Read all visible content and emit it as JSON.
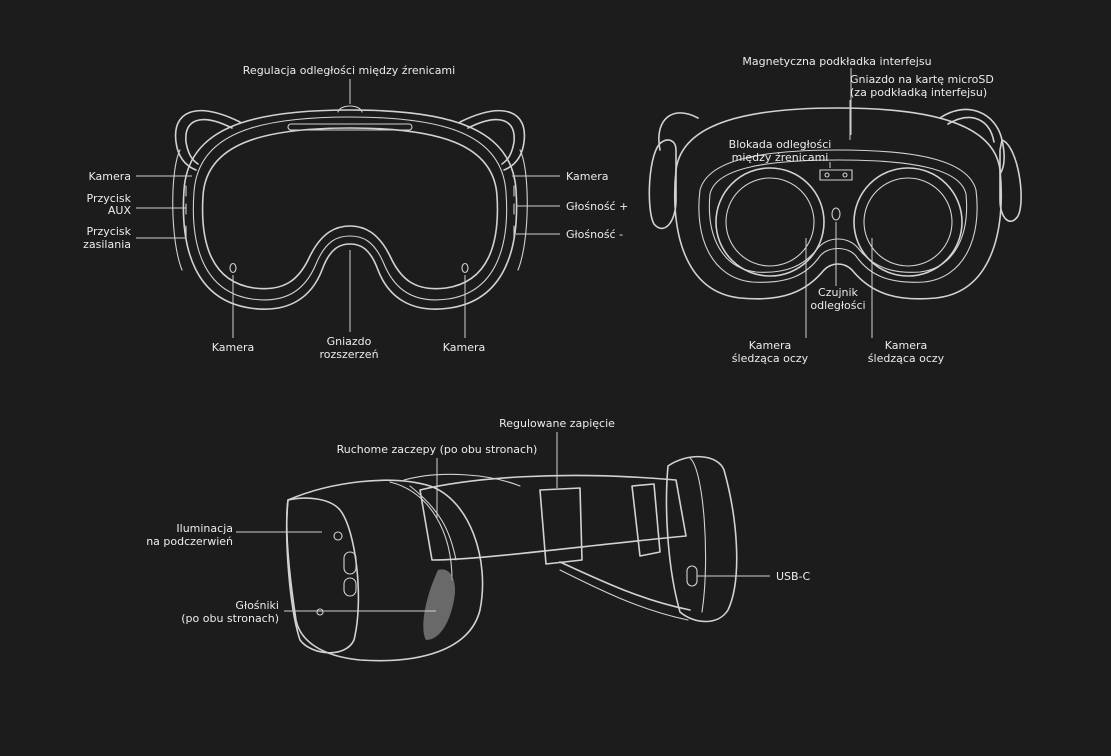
{
  "views": {
    "front": {
      "labels": {
        "ipd_adjust": "Regulacja odległości między źrenicami",
        "camera_left": "Kamera",
        "aux_button": [
          "Przycisk",
          "AUX"
        ],
        "power_button": [
          "Przycisk",
          "zasilania"
        ],
        "camera_right": "Kamera",
        "volume_up": "Głośność +",
        "volume_down": "Głośność -",
        "camera_bottom_left": "Kamera",
        "expansion_port": [
          "Gniazdo",
          "rozszerzeń"
        ],
        "camera_bottom_right": "Kamera"
      }
    },
    "rear": {
      "labels": {
        "magnetic_pad": "Magnetyczna podkładka interfejsu",
        "microsd_slot": [
          "Gniazdo na kartę microSD",
          "(za podkładką interfejsu)"
        ],
        "ipd_lock": [
          "Blokada odległości",
          "między źrenicami"
        ],
        "proximity_sensor": [
          "Czujnik",
          "odległości"
        ],
        "eye_camera_left": [
          "Kamera",
          "śledząca oczy"
        ],
        "eye_camera_right": [
          "Kamera",
          "śledząca oczy"
        ]
      }
    },
    "side": {
      "labels": {
        "adjustable_strap": "Regulowane zapięcie",
        "movable_clips": "Ruchome zaczepy (po obu stronach)",
        "ir_illumination": [
          "Iluminacja",
          "na podczerwień"
        ],
        "speakers": [
          "Głośniki",
          "(po obu stronach)"
        ],
        "usb_c": "USB-C"
      }
    }
  }
}
